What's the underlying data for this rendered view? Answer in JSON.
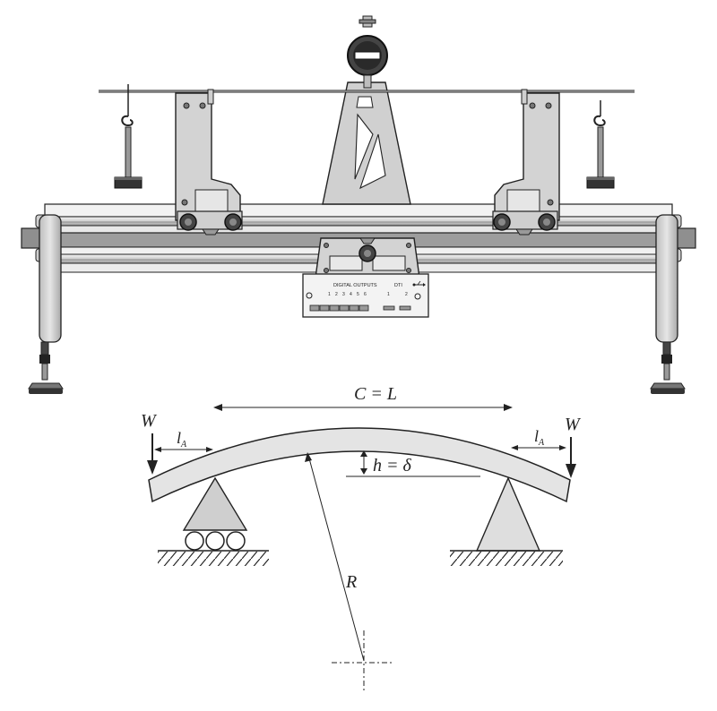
{
  "labels": {
    "chord": "C = L",
    "load_left": "W",
    "load_right": "W",
    "overhang_left": "l",
    "overhang_left_sub": "A",
    "overhang_right": "l",
    "overhang_right_sub": "A",
    "deflection": "h = δ",
    "radius": "R"
  },
  "module": {
    "title": "DIGITAL OUTPUTS",
    "ports": [
      "1",
      "2",
      "3",
      "4",
      "5",
      "6"
    ],
    "dti_label": "DTI",
    "dti_ports": [
      "1",
      "2"
    ]
  },
  "colors": {
    "metal": "#d4d4d4",
    "metal_dark": "#9a9a9a",
    "stroke": "#222222",
    "support_right_fill": "#dedede",
    "support_left_fill": "#cfcfcf",
    "beam_fill": "#e4e4e4"
  },
  "icons": [
    "dial-gauge-icon",
    "usb-icon",
    "hanger-hook-icon",
    "roller-icon"
  ]
}
